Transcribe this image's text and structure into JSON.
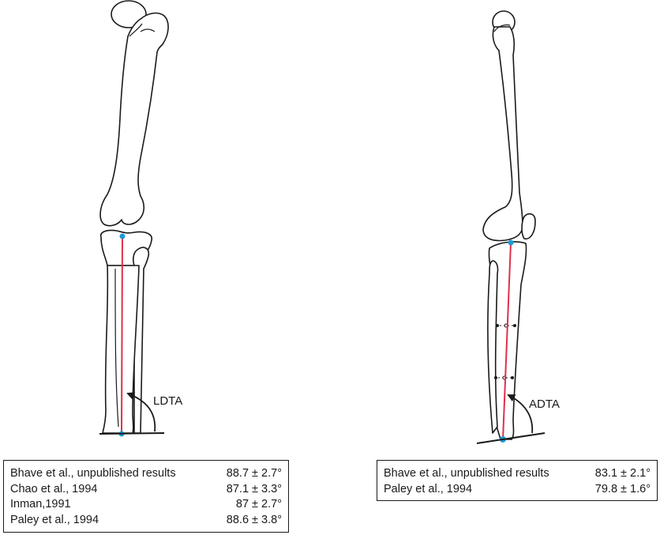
{
  "panels": [
    {
      "angle_label": "LDTA",
      "references": [
        {
          "source": "Bhave et al., unpublished results",
          "value": "88.7 ± 2.7°"
        },
        {
          "source": "Chao et al., 1994",
          "value": "87.1 ± 3.3°"
        },
        {
          "source": "Inman,1991",
          "value": "87 ± 2.7°"
        },
        {
          "source": "Paley et al., 1994",
          "value": "88.6 ± 3.8°"
        }
      ]
    },
    {
      "angle_label": "ADTA",
      "references": [
        {
          "source": "Bhave et al., unpublished results",
          "value": "83.1 ± 2.1°"
        },
        {
          "source": "Paley et al., 1994",
          "value": "79.8 ± 1.6°"
        }
      ]
    }
  ],
  "colors": {
    "axis_line": "#e0304a",
    "landmark_point": "#1e9ad6",
    "outline": "#1a1a1a"
  }
}
